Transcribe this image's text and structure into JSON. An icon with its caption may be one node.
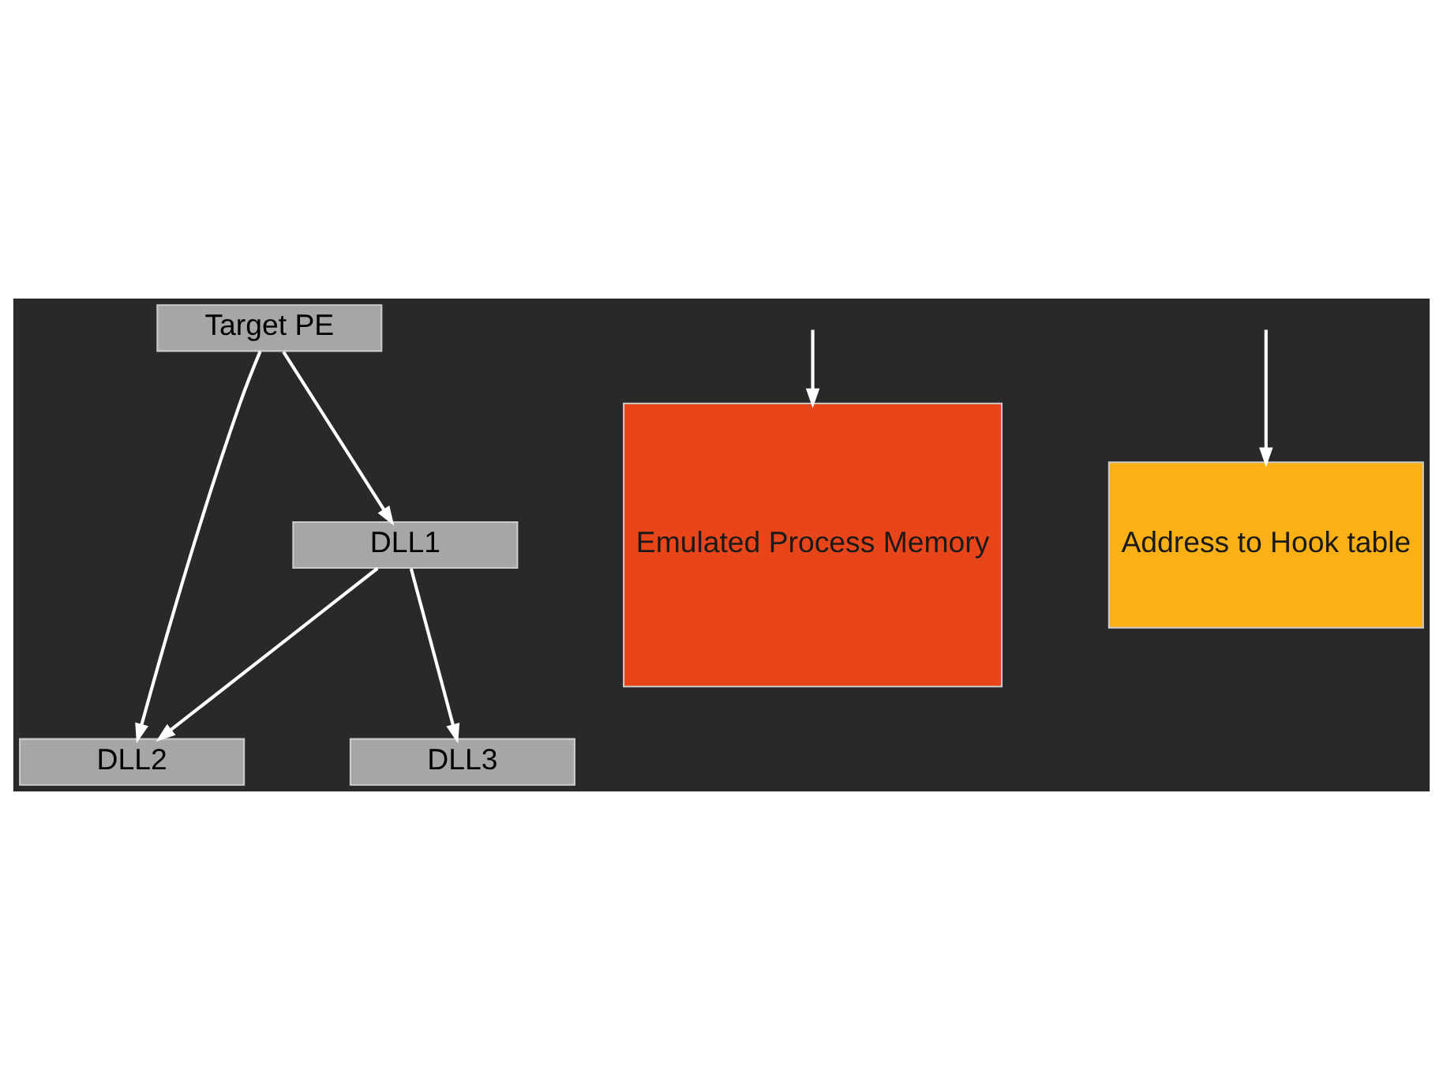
{
  "diagram": {
    "nodes": [
      {
        "text": [
          "Target PE"
        ]
      },
      {
        "text": [
          "DLL1"
        ]
      },
      {
        "text": [
          "DLL2"
        ]
      },
      {
        "text": [
          "DLL3"
        ]
      },
      {
        "text": [
          "Emulated Process Memory"
        ]
      },
      {
        "text": [
          "Address to Hook table"
        ]
      }
    ],
    "edges": [
      {
        "from": 0,
        "to": 1,
        "arrow": "to"
      },
      {
        "from": 0,
        "to": 2,
        "arrow": "to"
      },
      {
        "from": 1,
        "to": 2,
        "arrow": "to"
      },
      {
        "from": 1,
        "to": 3,
        "arrow": "to"
      },
      {
        "from": null,
        "to": 4,
        "arrow": "to"
      },
      {
        "from": null,
        "to": 5,
        "arrow": "to"
      }
    ]
  }
}
